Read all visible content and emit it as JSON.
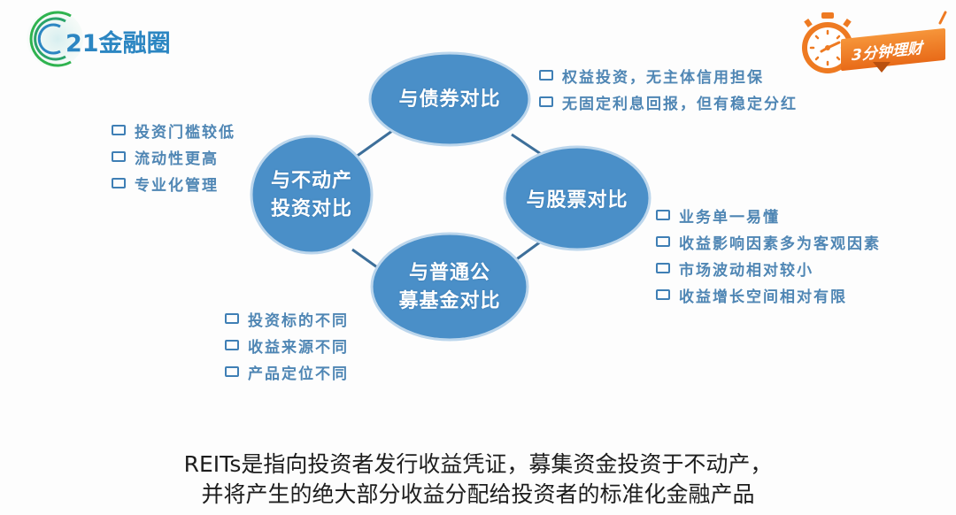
{
  "branding": {
    "logo_text": "21金融圈",
    "logo_colors": {
      "ring_green": "#2fb34f",
      "ring_blue": "#2c86c2",
      "text": "#2c86c2"
    },
    "badge_text": "3分钟理财",
    "badge_color": "#ee7a22"
  },
  "diagram": {
    "node_color": "#4a8fc8",
    "node_border": "#bcd6ec",
    "connector_color": "#3d6f9a",
    "nodes": [
      {
        "id": "bond",
        "label_lines": [
          "与债券对比"
        ]
      },
      {
        "id": "real_estate",
        "label_lines": [
          "与不动产",
          "投资对比"
        ]
      },
      {
        "id": "stock",
        "label_lines": [
          "与股票对比"
        ]
      },
      {
        "id": "public_fund",
        "label_lines": [
          "与普通公",
          "募基金对比"
        ]
      }
    ],
    "bullet_groups": {
      "bond": [
        "权益投资，无主体信用担保",
        "无固定利息回报，但有稳定分红"
      ],
      "real_estate": [
        "投资门槛较低",
        "流动性更高",
        "专业化管理"
      ],
      "stock": [
        "业务单一易懂",
        "收益影响因素多为客观因素",
        "市场波动相对较小",
        "收益增长空间相对有限"
      ],
      "public_fund": [
        "投资标的不同",
        "收益来源不同",
        "产品定位不同"
      ]
    },
    "bullet_color": "#4f86b4"
  },
  "subtitle": {
    "lines": [
      "REITs是指向投资者发行收益凭证，募集资金投资于不动产，",
      "并将产生的绝大部分收益分配给投资者的标准化金融产品"
    ]
  }
}
